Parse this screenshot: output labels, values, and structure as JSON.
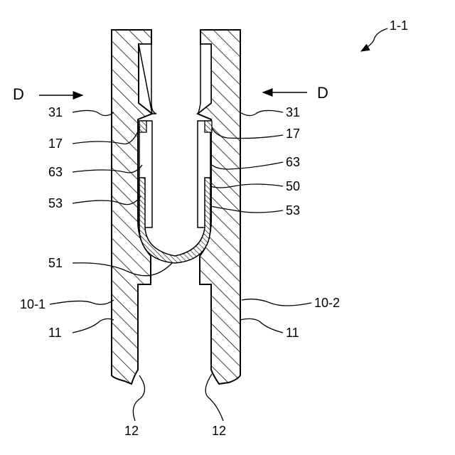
{
  "figure": {
    "reference": "1-1",
    "view_direction_left": "D",
    "view_direction_right": "D",
    "labels": {
      "left_31": "31",
      "left_17": "17",
      "left_63": "63",
      "left_53": "53",
      "left_51": "51",
      "left_10": "10-1",
      "left_11": "11",
      "left_12": "12",
      "right_31": "31",
      "right_17": "17",
      "right_63": "63",
      "right_50": "50",
      "right_53": "53",
      "right_10": "10-2",
      "right_11": "11",
      "right_12": "12"
    }
  }
}
